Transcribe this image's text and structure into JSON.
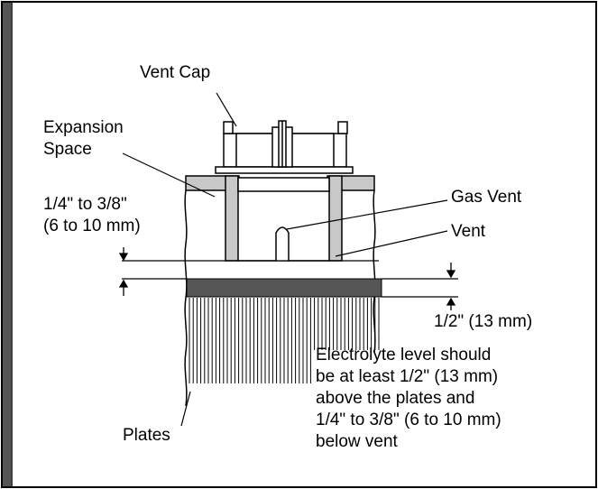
{
  "figure": {
    "labels": {
      "vent_cap": "Vent Cap",
      "expansion_line1": "Expansion",
      "expansion_line2": "Space",
      "gap_line1": "1/4\" to 3/8\"",
      "gap_line2": "(6 to 10 mm)",
      "gas_vent": "Gas Vent",
      "vent": "Vent",
      "half_inch": "1/2\" (13 mm)",
      "plates": "Plates",
      "note_lines": [
        "Electrolyte level should",
        "be at least 1/2\" (13 mm)",
        "above the plates and",
        "1/4\" to 3/8\" (6 to 10 mm)",
        "below vent"
      ]
    },
    "colors": {
      "frame": "#000000",
      "sidebar": "#555555",
      "wall_fill": "#c8c8c8",
      "plate_top": "#555555",
      "background": "#ffffff"
    }
  }
}
